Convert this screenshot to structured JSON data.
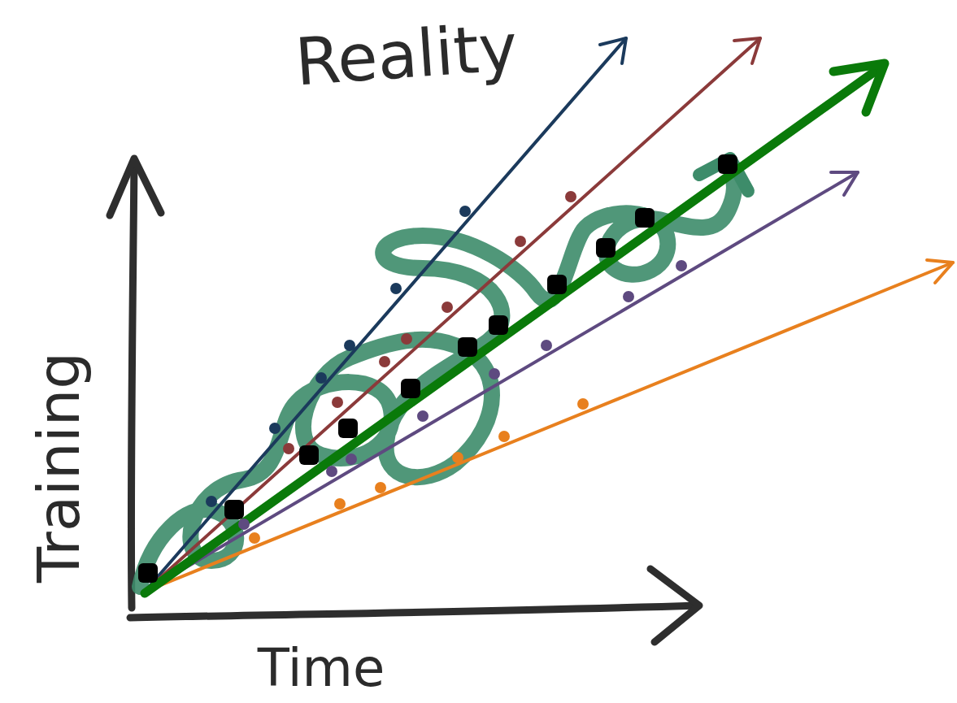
{
  "diagram": {
    "labels": [
      "Reality",
      "Training",
      "Time"
    ]
  }
}
